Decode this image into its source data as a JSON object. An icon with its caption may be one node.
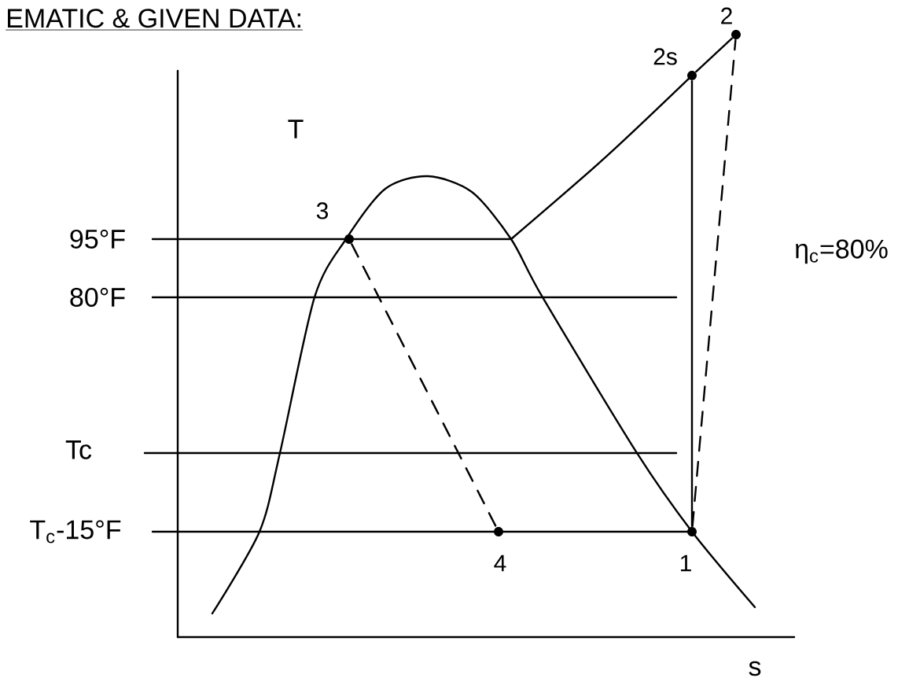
{
  "diagram": {
    "title": "EMATIC & GIVEN DATA:",
    "nodes": [
      {
        "text": [],
        "shape": "circle",
        "beside": [
          "2"
        ]
      },
      {
        "text": [],
        "shape": "circle",
        "beside": [
          "2s"
        ]
      },
      {
        "text": [],
        "shape": "circle",
        "beside": [
          "3"
        ]
      },
      {
        "text": [],
        "shape": "circle",
        "beside": [
          "4"
        ]
      },
      {
        "text": [],
        "shape": "circle",
        "beside": [
          "1"
        ]
      }
    ],
    "edges": [
      {
        "from": 2,
        "to": 3,
        "arrow": "none",
        "style": "dashed"
      },
      {
        "from": 4,
        "to": 1,
        "arrow": "none"
      },
      {
        "from": 4,
        "to": 0,
        "arrow": "none",
        "style": "dashed"
      },
      {
        "from": 1,
        "to": 0,
        "arrow": "none"
      }
    ],
    "labels": [
      "T",
      "95°F",
      "80°F",
      "Tc",
      "T$_{c}$-15°F",
      "η$_{c}$=80%",
      "s"
    ]
  }
}
